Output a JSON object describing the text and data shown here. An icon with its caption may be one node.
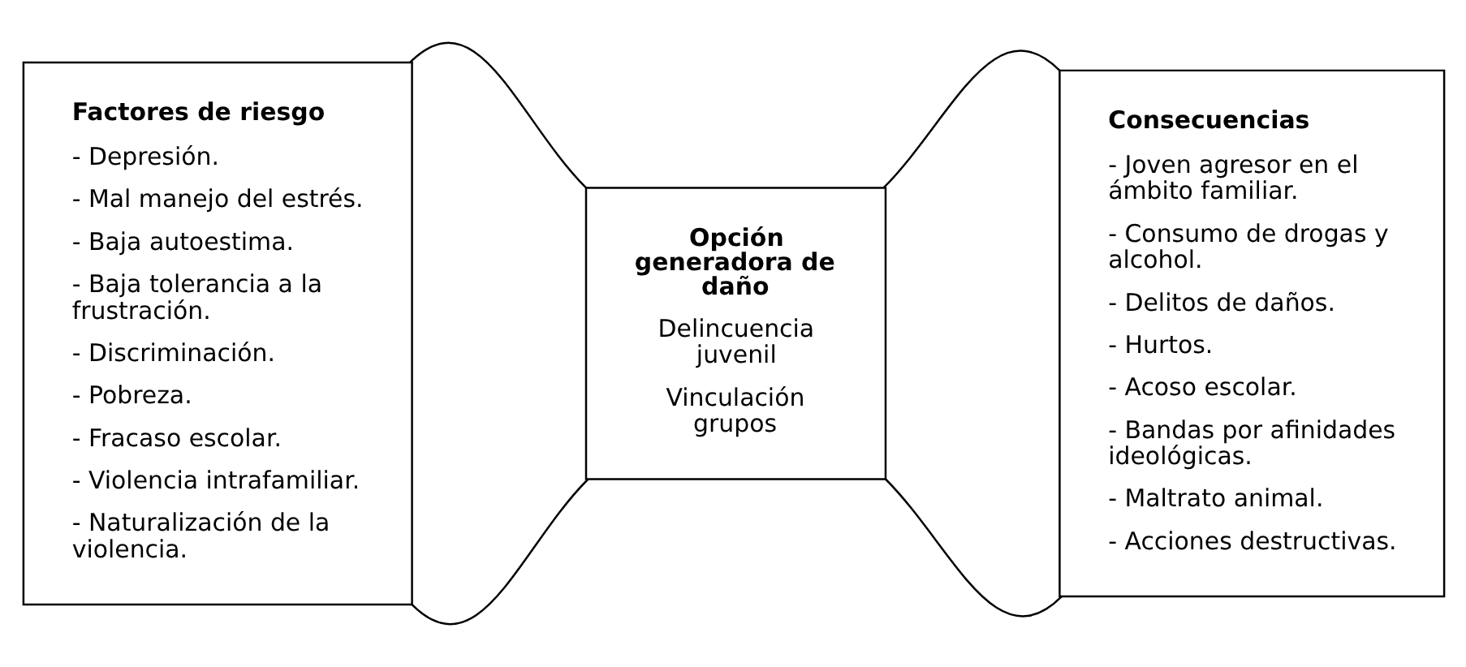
{
  "diagram": {
    "nodes": [
      {
        "text": [
          "Factores de riesgo",
          "- Depresión.",
          "- Mal manejo del estrés.",
          "- Baja autoestima.",
          "- Baja tolerancia a la frustración.",
          "- Discriminación.",
          "- Pobreza.",
          "- Fracaso escolar.",
          "- Violencia intrafamiliar.",
          "- Naturalización de la violencia."
        ]
      },
      {
        "text": [
          "Opción generadora de daño",
          "Delincuencia juvenil",
          "Vinculación grupos"
        ]
      },
      {
        "text": [
          "Consecuencias",
          "- Joven agresor en el ámbito familiar.",
          "- Consumo de drogas y alcohol.",
          "- Delitos de daños.",
          "- Hurtos.",
          "- Acoso escolar.",
          "- Bandas por afinidades ideológicas.",
          "- Maltrato animal.",
          "- Acciones destructivas."
        ]
      }
    ],
    "edges": [
      {
        "from": 0,
        "to": 1,
        "arrow": "none"
      },
      {
        "from": 0,
        "to": 1,
        "arrow": "none"
      },
      {
        "from": 1,
        "to": 2,
        "arrow": "none"
      },
      {
        "from": 1,
        "to": 2,
        "arrow": "none"
      }
    ]
  }
}
